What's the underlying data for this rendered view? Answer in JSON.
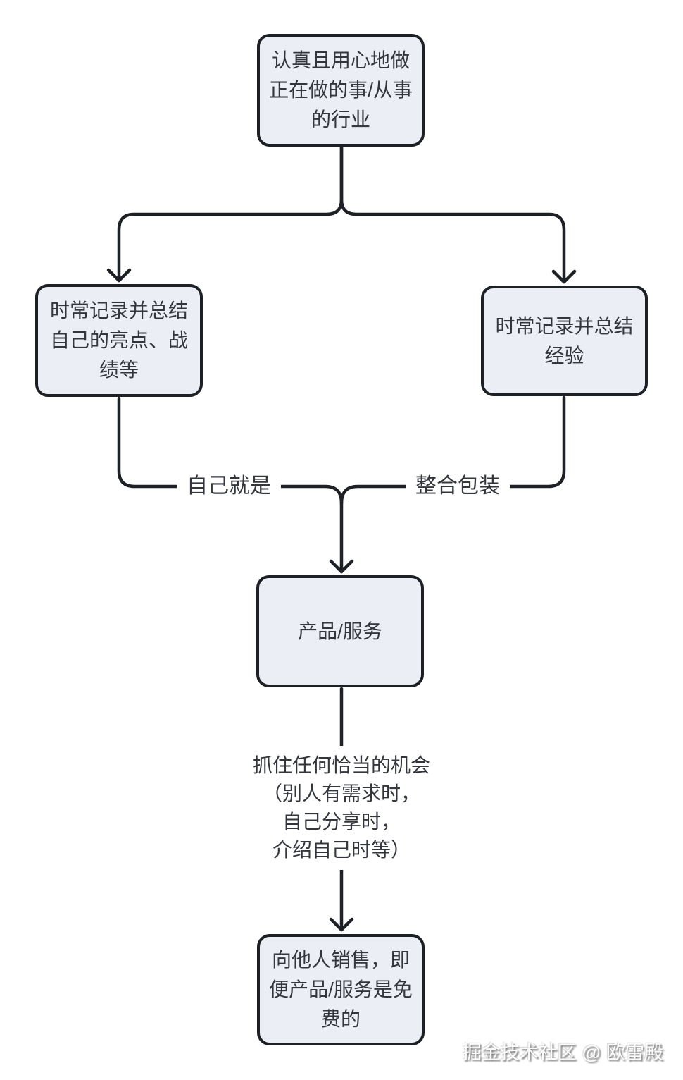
{
  "diagram": {
    "nodes": {
      "top": {
        "lines": [
          "认真且用心地做",
          "正在做的事/从事",
          "的行业"
        ]
      },
      "left": {
        "lines": [
          "时常记录并总结",
          "自己的亮点、战",
          "绩等"
        ]
      },
      "right": {
        "lines": [
          "时常记录并总结",
          "经验"
        ]
      },
      "product": {
        "lines": [
          "产品/服务"
        ]
      },
      "bottom": {
        "lines": [
          "向他人销售，即",
          "便产品/服务是免",
          "费的"
        ]
      }
    },
    "edge_labels": {
      "self_is": "自己就是",
      "package": "整合包装",
      "opportunity": {
        "lines": [
          "抓住任何恰当的机会",
          "（别人有需求时，",
          "自己分享时，",
          "介绍自己时等）"
        ]
      }
    },
    "colors": {
      "background": "#ffffff",
      "node_fill": "#eceef5",
      "node_border": "#1d2025",
      "line": "#1d2025",
      "text": "#33373d"
    }
  },
  "watermark": {
    "text": "掘金技术社区 @ 欧雷殿"
  }
}
